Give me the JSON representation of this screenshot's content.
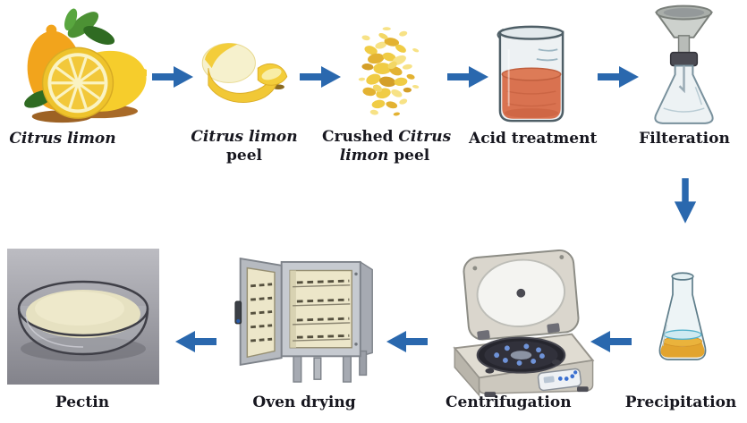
{
  "colors": {
    "arrow_blue": "#2a68ae",
    "label_text": "#17171f",
    "background": "#ffffff"
  },
  "icons": {
    "arrow_right": "→",
    "arrow_left": "←",
    "arrow_down": "↓"
  },
  "labels": {
    "citrus": {
      "italic": "Citrus limon"
    },
    "peel": {
      "line1_italic": "Citrus limon",
      "line2_plain": "peel"
    },
    "crushed": {
      "line1_plain": "Crushed ",
      "line1_italic": "Citrus",
      "line2_italic": "limon",
      "line2_plain": " peel"
    },
    "acid": "Acid treatment",
    "filtration": "Filteration",
    "precipitation": "Precipitation",
    "centrifugation": "Centrifugation",
    "oven": "Oven drying",
    "pectin": "Pectin"
  }
}
